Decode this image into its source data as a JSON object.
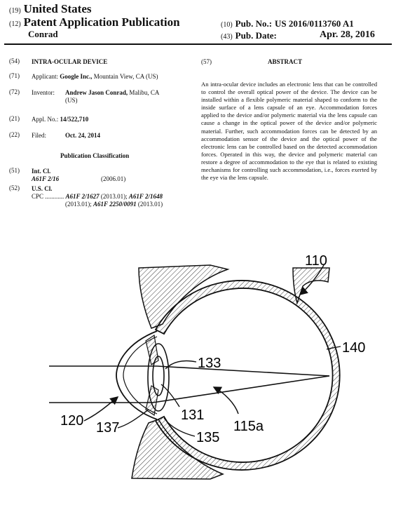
{
  "header": {
    "country_code": "(19)",
    "country": "United States",
    "pub_type_code": "(12)",
    "pub_type": "Patent Application Publication",
    "inventor_short": "Conrad",
    "pub_no_code": "(10)",
    "pub_no_label": "Pub. No.:",
    "pub_no": "US 2016/0113760 A1",
    "pub_date_code": "(43)",
    "pub_date_label": "Pub. Date:",
    "pub_date": "Apr. 28, 2016"
  },
  "fields": {
    "title_code": "(54)",
    "title": "INTRA-OCULAR DEVICE",
    "applicant_code": "(71)",
    "applicant_label": "Applicant:",
    "applicant_name": "Google Inc.,",
    "applicant_loc": "Mountain View, CA (US)",
    "inventor_code": "(72)",
    "inventor_label": "Inventor:",
    "inventor_name": "Andrew Jason Conrad,",
    "inventor_loc": "Malibu, CA",
    "inventor_loc2": "(US)",
    "appl_code": "(21)",
    "appl_label": "Appl. No.:",
    "appl_no": "14/522,710",
    "filed_code": "(22)",
    "filed_label": "Filed:",
    "filed_date": "Oct. 24, 2014",
    "classification_heading": "Publication Classification",
    "intcl_code": "(51)",
    "intcl_label": "Int. Cl.",
    "intcl_value": "A61F 2/16",
    "intcl_year": "(2006.01)",
    "uscl_code": "(52)",
    "uscl_label": "U.S. Cl.",
    "cpc_label": "CPC ............",
    "cpc_1": "A61F 2/1627",
    "cpc_1y": "(2013.01);",
    "cpc_2": "A61F 2/1648",
    "cpc_2y": "(2013.01);",
    "cpc_3": "A61F 2250/0091",
    "cpc_3y": "(2013.01)"
  },
  "abstract": {
    "code": "(57)",
    "heading": "ABSTRACT",
    "text": "An intra-ocular device includes an electronic lens that can be controlled to control the overall optical power of the device. The device can be installed within a flexible polymeric material shaped to conform to the inside surface of a lens capsule of an eye. Accommodation forces applied to the device and/or polymeric material via the lens capsule can cause a change in the optical power of the device and/or polymeric material. Further, such accommodation forces can be detected by an accommodation sensor of the device and the optical power of the electronic lens can be controlled based on the detected accommodation forces. Operated in this way, the device and polymeric material can restore a degree of accommodation to the eye that is related to existing mechanisms for controlling such accommodation, i.e., forces exerted by the eye via the lens capsule."
  },
  "figure": {
    "labels": {
      "l110": "110",
      "l140": "140",
      "l133": "133",
      "l131": "131",
      "l115a": "115a",
      "l120": "120",
      "l137": "137",
      "l135": "135"
    }
  }
}
